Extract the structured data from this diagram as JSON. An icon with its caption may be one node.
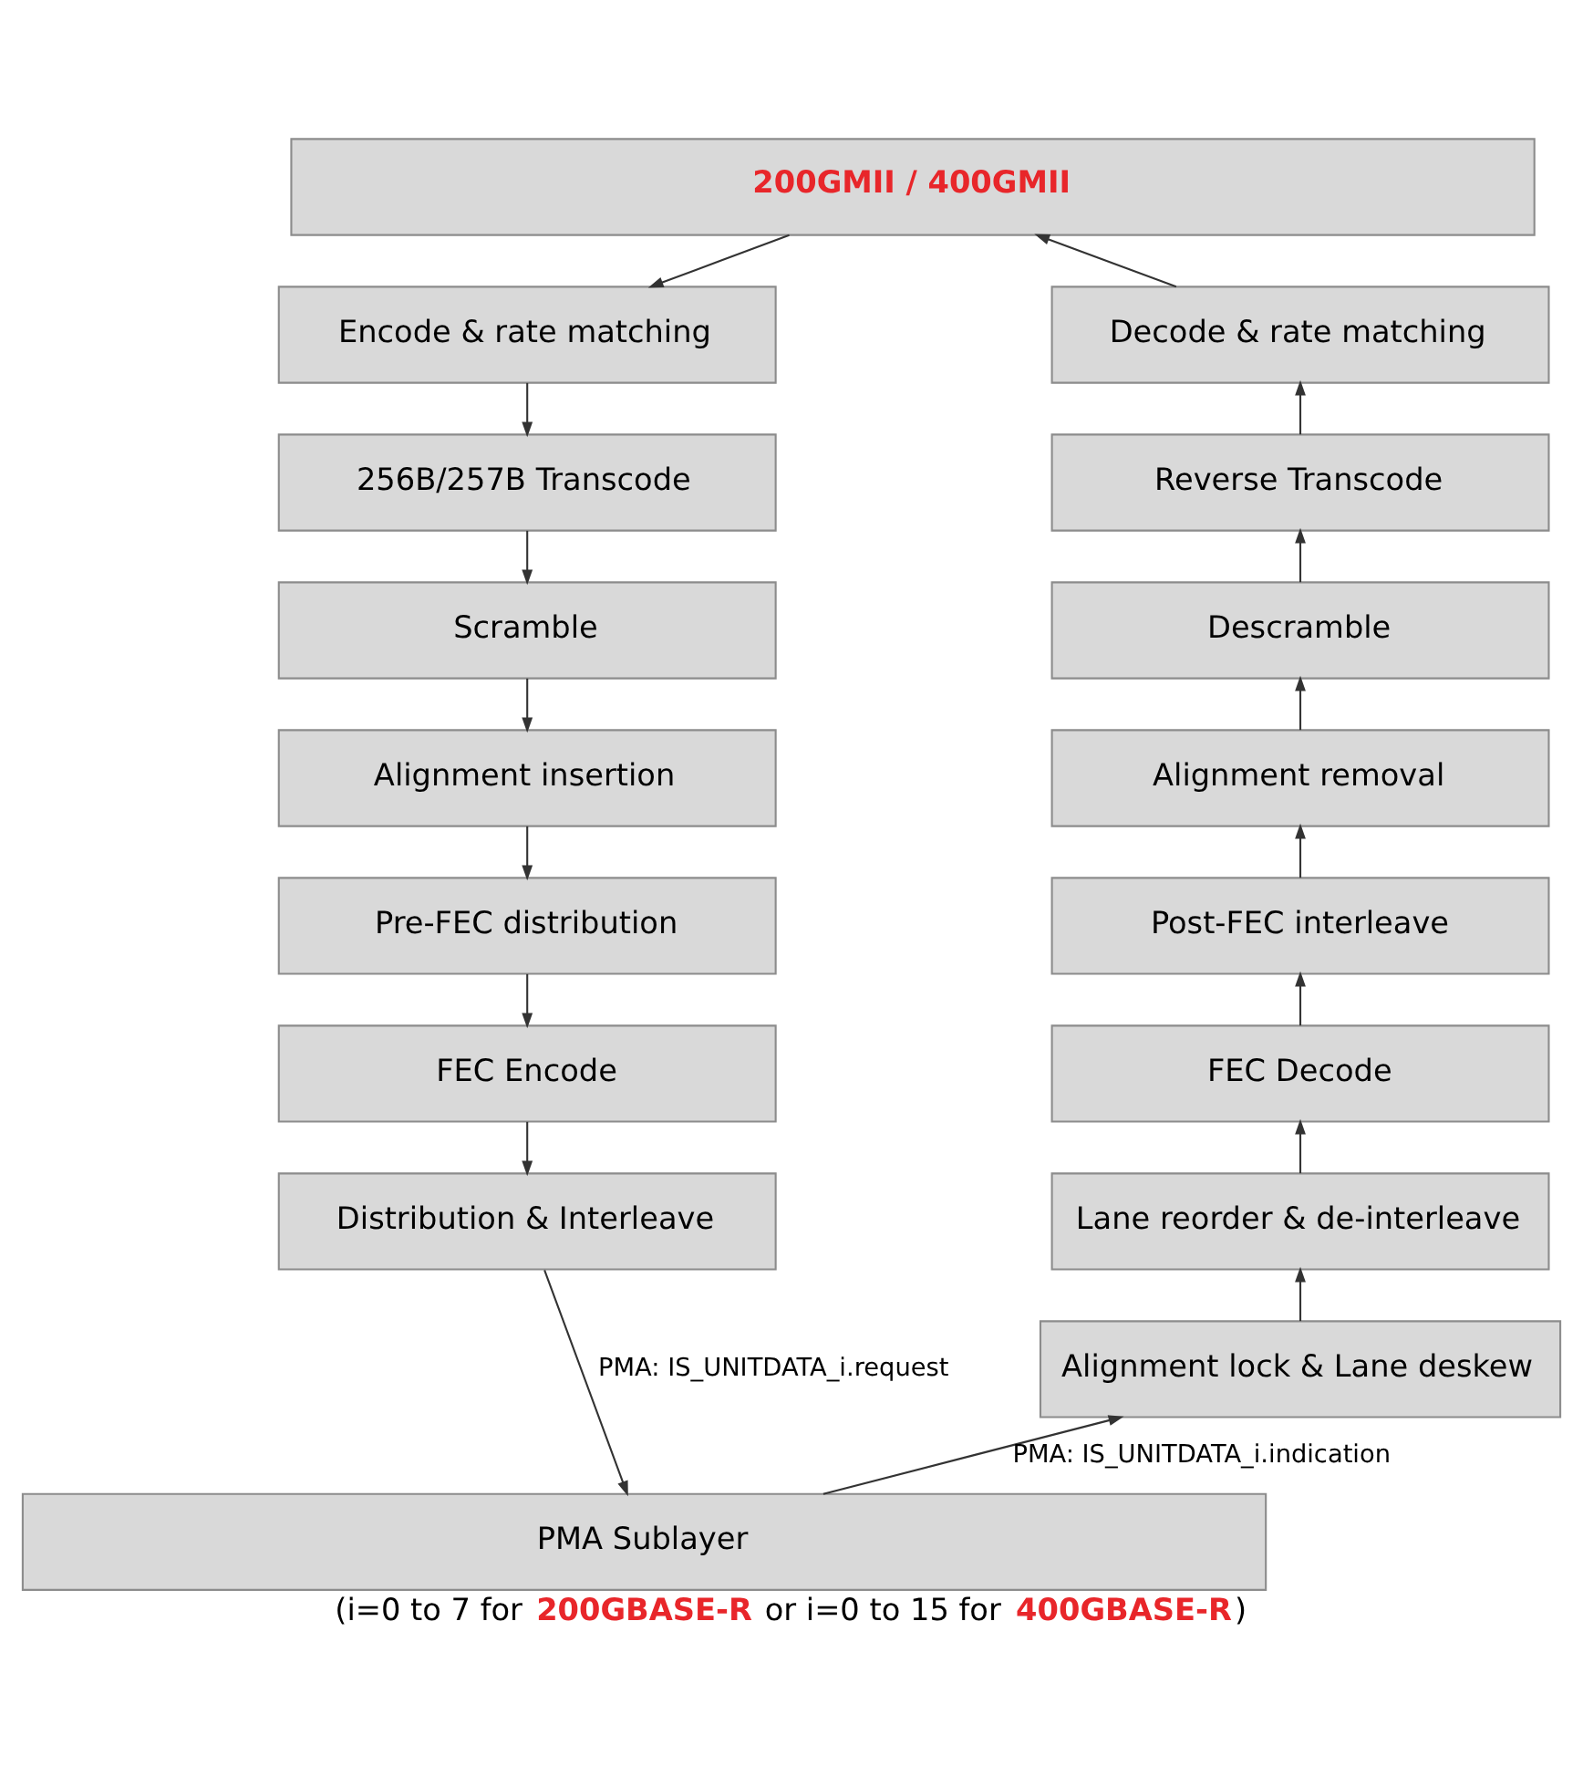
{
  "diagram": {
    "caption": "(i=0 to 7 for **200GBASE-R** or i=0 to 15 for **400GBASE-R**)",
    "nodes": [
      {
        "text": [
          "200GMII / 400GMII"
        ]
      },
      {
        "text": [
          "Encode & rate matching"
        ]
      },
      {
        "text": [
          "256B/257B Transcode"
        ]
      },
      {
        "text": [
          "Scramble"
        ]
      },
      {
        "text": [
          "Alignment insertion"
        ]
      },
      {
        "text": [
          "Pre-FEC distribution"
        ]
      },
      {
        "text": [
          "FEC Encode"
        ]
      },
      {
        "text": [
          "Distribution & Interleave"
        ]
      },
      {
        "text": [
          "Decode & rate matching"
        ]
      },
      {
        "text": [
          "Reverse Transcode"
        ]
      },
      {
        "text": [
          "Descramble"
        ]
      },
      {
        "text": [
          "Alignment removal"
        ]
      },
      {
        "text": [
          "Post-FEC interleave"
        ]
      },
      {
        "text": [
          "FEC Decode"
        ]
      },
      {
        "text": [
          "Lane reorder & de-interleave"
        ]
      },
      {
        "text": [
          "Alignment lock & Lane deskew"
        ]
      },
      {
        "text": [
          "PMA Sublayer"
        ]
      }
    ],
    "edges": [
      {
        "from": 0,
        "to": 1,
        "arrow": "to"
      },
      {
        "from": 1,
        "to": 2,
        "arrow": "to"
      },
      {
        "from": 2,
        "to": 3,
        "arrow": "to"
      },
      {
        "from": 3,
        "to": 4,
        "arrow": "to"
      },
      {
        "from": 4,
        "to": 5,
        "arrow": "to"
      },
      {
        "from": 5,
        "to": 6,
        "arrow": "to"
      },
      {
        "from": 6,
        "to": 7,
        "arrow": "to"
      },
      {
        "from": 7,
        "to": 16,
        "arrow": "to",
        "label": "PMA: IS_UNITDATA_i.request"
      },
      {
        "from": 16,
        "to": 15,
        "arrow": "to",
        "label": "PMA: IS_UNITDATA_i.indication"
      },
      {
        "from": 15,
        "to": 14,
        "arrow": "to"
      },
      {
        "from": 14,
        "to": 13,
        "arrow": "to"
      },
      {
        "from": 13,
        "to": 12,
        "arrow": "to"
      },
      {
        "from": 12,
        "to": 11,
        "arrow": "to"
      },
      {
        "from": 11,
        "to": 10,
        "arrow": "to"
      },
      {
        "from": 10,
        "to": 9,
        "arrow": "to"
      },
      {
        "from": 9,
        "to": 8,
        "arrow": "to"
      },
      {
        "from": 8,
        "to": 0,
        "arrow": "to"
      }
    ]
  }
}
